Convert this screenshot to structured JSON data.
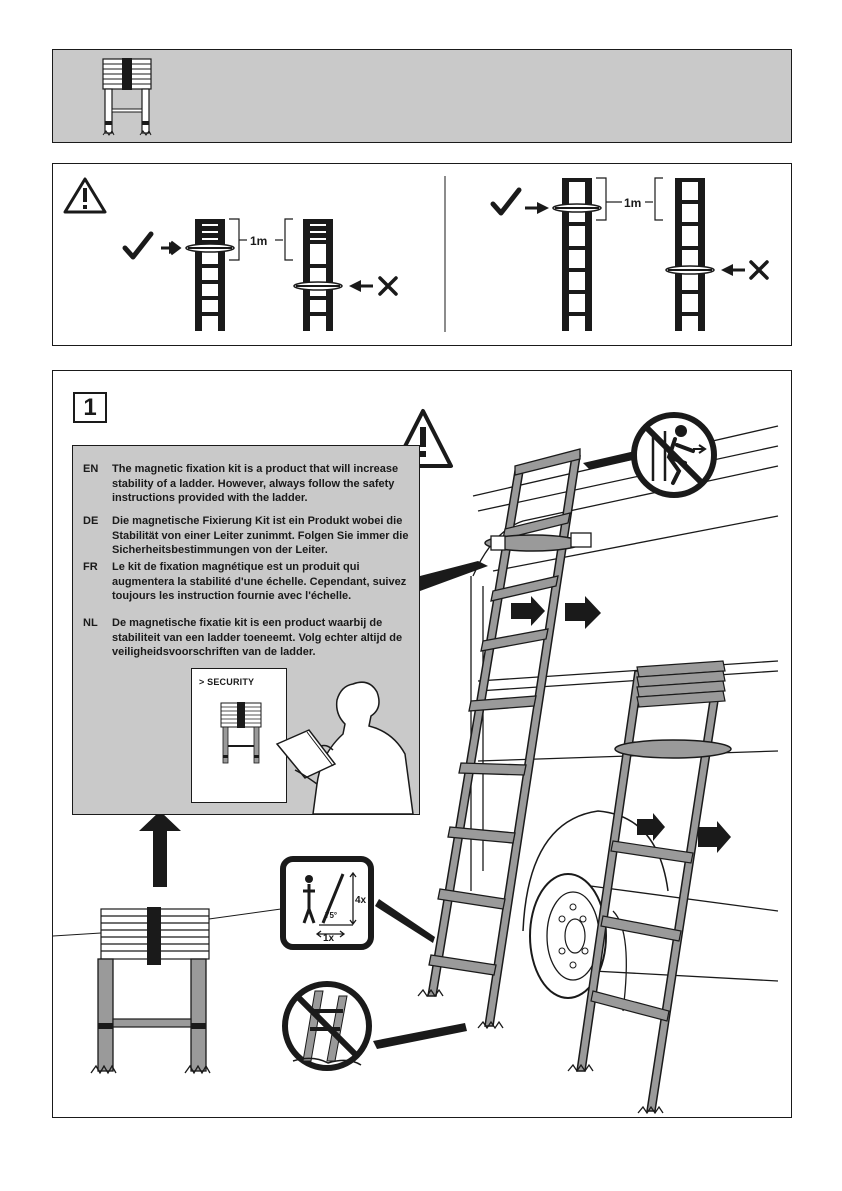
{
  "warning": {
    "distance_label_left": "1m",
    "distance_label_right": "1m"
  },
  "step": {
    "number": "1",
    "instructions": [
      {
        "code": "EN",
        "text": "The magnetic fixation kit is a product that will increase stability of a ladder. However, always follow the safety instructions provided with the ladder."
      },
      {
        "code": "DE",
        "text": "Die magnetische Fixierung Kit ist ein Produkt wobei die Stabilität von einer Leiter zunimmt. Folgen Sie immer die Sicherheitsbestimmungen von der Leiter."
      },
      {
        "code": "FR",
        "text": "Le kit de fixation magnétique est un produit qui augmentera la stabilité d'une échelle. Cependant, suivez toujours les instruction fournie avec l'échelle."
      },
      {
        "code": "NL",
        "text": "De magnetische fixatie kit is een product waarbij de stabiliteit van een ladder toeneemt. Volg echter altijd de veiligheidsvoorschriften van de ladder."
      }
    ],
    "manual_label": "> SECURITY",
    "angle_sign": {
      "angle": "75°",
      "height_ratio": "4x",
      "base_ratio": "1x"
    }
  },
  "icons": {
    "warning": "warning-triangle-icon",
    "check": "checkmark-icon",
    "cross": "cross-icon",
    "no_climb": "no-climbing-icon",
    "no_uneven": "no-uneven-ground-icon"
  },
  "colors": {
    "panel_gray": "#c9c9c9",
    "ladder_gray": "#9a9a9a",
    "ink": "#1a1a1a"
  }
}
